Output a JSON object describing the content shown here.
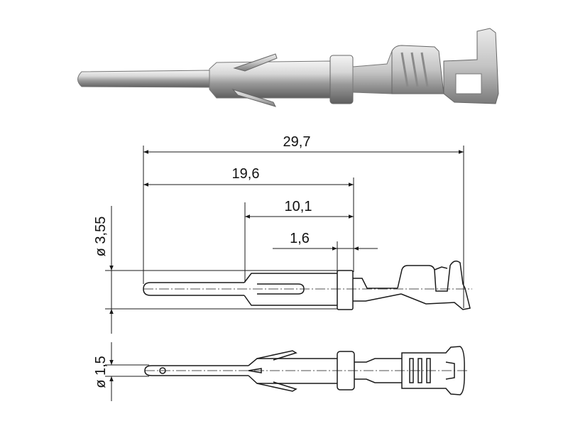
{
  "dimensions": {
    "overall_length": "29,7",
    "to_collar": "19,6",
    "barb_to_collar": "10,1",
    "collar_width": "1,6",
    "diameter_body": "ø 3,55",
    "diameter_pin": "ø 1,5"
  },
  "colors": {
    "line": "#1a1a1a",
    "metal_light": "#e4e4e4",
    "metal_mid": "#b9b9b9",
    "metal_dark": "#6f6f6f"
  }
}
